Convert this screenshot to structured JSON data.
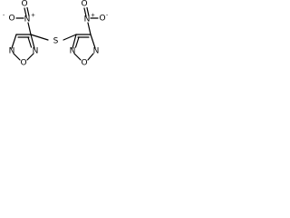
{
  "molecule": {
    "atoms": {
      "sulfur": "S",
      "left_nitro_n": "N",
      "left_nitro_o_top": "O",
      "left_nitro_o_side": "O",
      "left_ring_n_left": "N",
      "left_ring_o": "O",
      "left_ring_n_right": "N",
      "right_nitro_n": "N",
      "right_nitro_o_top": "O",
      "right_nitro_o_side": "O",
      "right_ring_n_left": "N",
      "right_ring_o": "O",
      "right_ring_n_right": "N"
    },
    "charges": {
      "plus": "+",
      "minus": "-"
    }
  }
}
